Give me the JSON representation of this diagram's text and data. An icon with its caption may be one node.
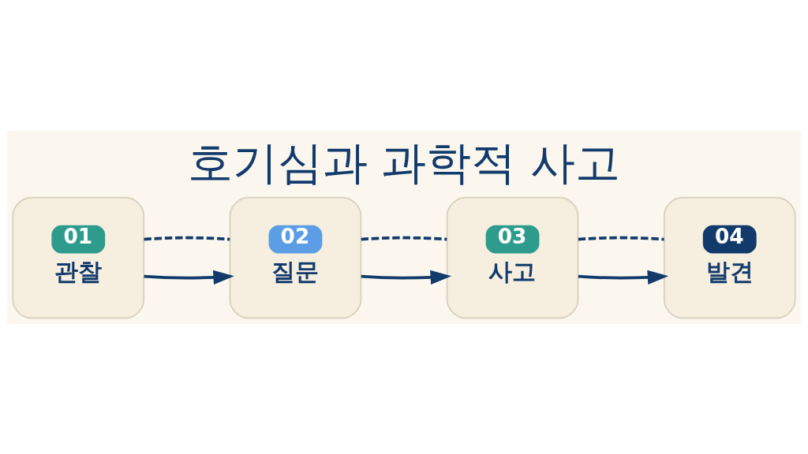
{
  "diagram": {
    "title": "호기심과 과학적 사고",
    "nodes": [
      {
        "text": [
          "01",
          "관찰"
        ]
      },
      {
        "text": [
          "02",
          "질문"
        ]
      },
      {
        "text": [
          "03",
          "사고"
        ]
      },
      {
        "text": [
          "04",
          "발견"
        ]
      }
    ],
    "edges": [
      {
        "from": 0,
        "to": 1,
        "arrow": "to"
      },
      {
        "from": 1,
        "to": 2,
        "arrow": "to"
      },
      {
        "from": 2,
        "to": 3,
        "arrow": "to"
      },
      {
        "from": 0,
        "to": 1,
        "arrow": "none",
        "style": "dashed"
      },
      {
        "from": 1,
        "to": 2,
        "arrow": "none",
        "style": "dashed"
      },
      {
        "from": 2,
        "to": 3,
        "arrow": "none",
        "style": "dashed"
      }
    ]
  }
}
